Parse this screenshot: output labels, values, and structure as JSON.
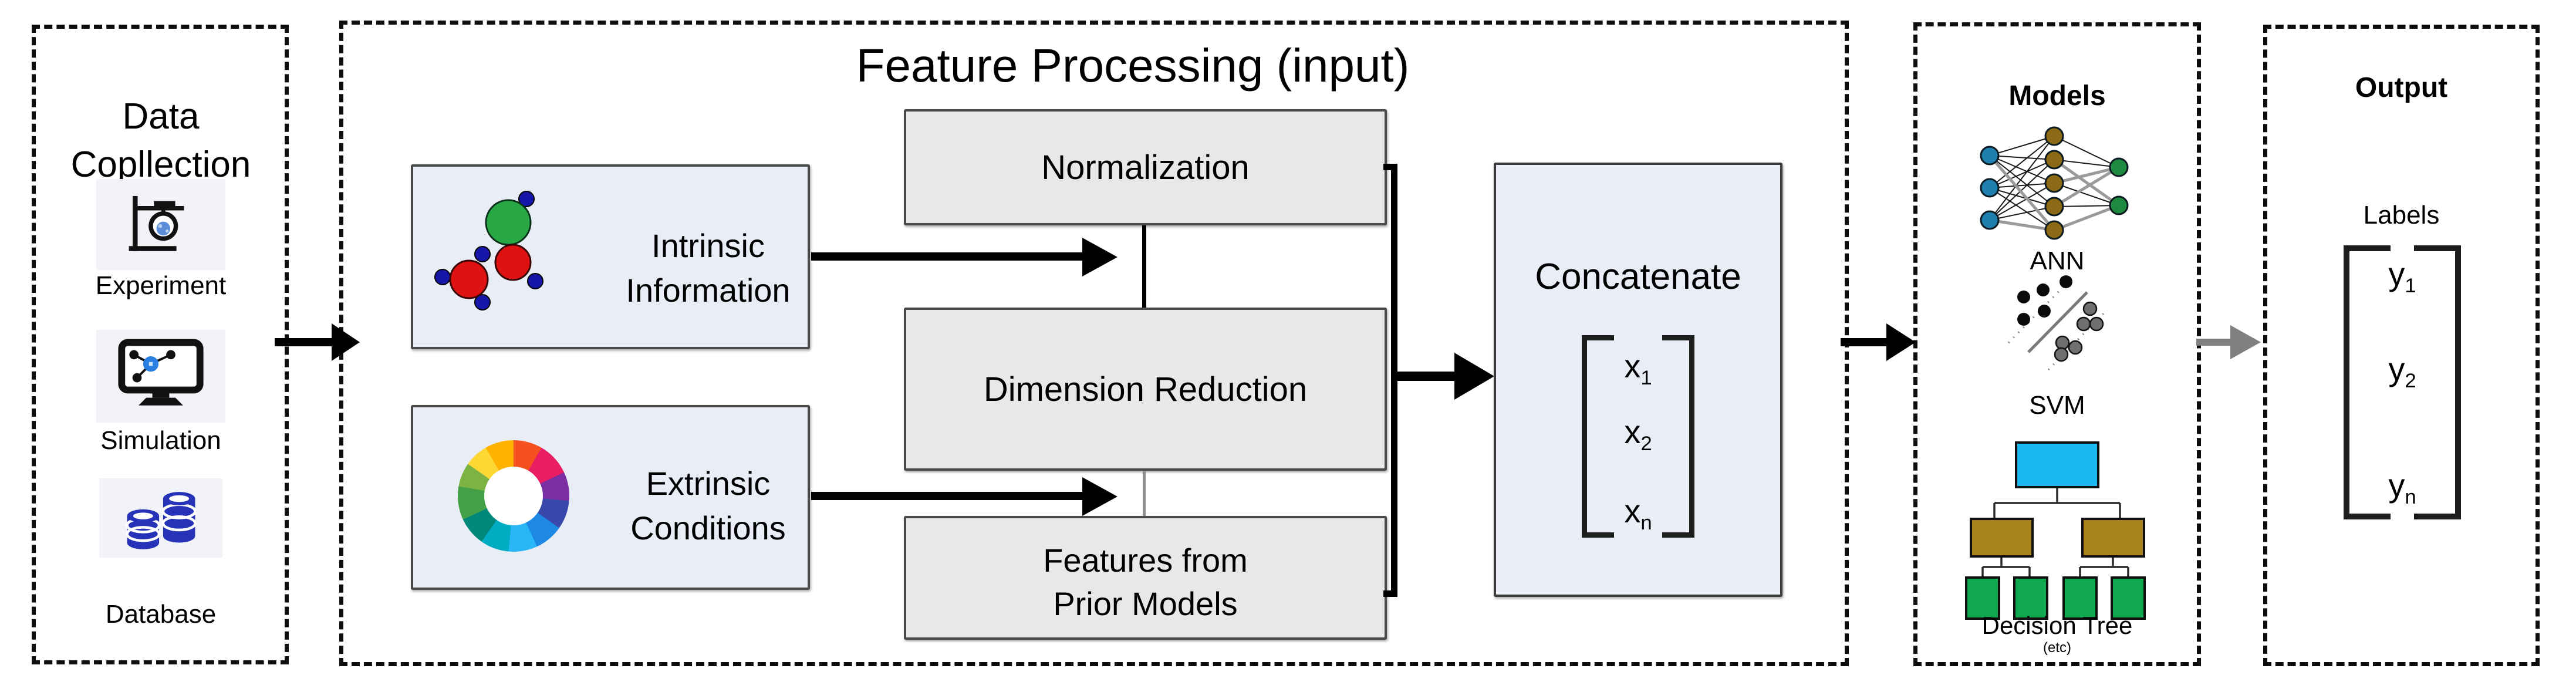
{
  "data_collection": {
    "title_line1": "Data",
    "title_line2": "Copllection",
    "items": [
      {
        "label": "Experiment",
        "icon": "flask-stand-icon"
      },
      {
        "label": "Simulation",
        "icon": "monitor-molecule-icon"
      },
      {
        "label": "Database",
        "icon": "database-icon"
      }
    ]
  },
  "feature_processing": {
    "title": "Feature Processing (input)",
    "intrinsic": {
      "line1": "Intrinsic",
      "line2": "Information",
      "icon": "molecule-icon"
    },
    "extrinsic": {
      "line1": "Extrinsic",
      "line2": "Conditions",
      "icon": "color-wheel-icon"
    },
    "normalization": "Normalization",
    "dimension_reduction": "Dimension Reduction",
    "prior_features": {
      "line1": "Features from",
      "line2": "Prior Models"
    },
    "concatenate": {
      "label": "Concatenate",
      "vector": [
        {
          "base": "x",
          "sub": "1"
        },
        {
          "base": "x",
          "sub": "2"
        },
        {
          "base": "x",
          "sub": "n"
        }
      ]
    }
  },
  "models": {
    "title": "Models",
    "items": [
      {
        "label": "ANN",
        "icon": "neural-network-icon"
      },
      {
        "label": "SVM",
        "icon": "svm-scatter-icon"
      },
      {
        "label": "Decision Tree",
        "icon": "decision-tree-icon"
      }
    ],
    "etc_note": "(etc)"
  },
  "output": {
    "title": "Output",
    "caption": "Labels",
    "vector": [
      {
        "base": "y",
        "sub": "1"
      },
      {
        "base": "y",
        "sub": "2"
      },
      {
        "base": "y",
        "sub": "n"
      }
    ]
  },
  "colors": {
    "arrow_black": "#000000",
    "arrow_gray": "#808080",
    "box_gray_fill": "#e8e8e8",
    "box_blue_fill": "#e9edf6",
    "dashed_border": "#0e0e0e",
    "tree_root": "#1cb8f2",
    "tree_mid": "#a8821c",
    "tree_leaf": "#10a84e",
    "ann_input": "#1f7fae",
    "ann_hidden": "#8a6a15",
    "ann_output": "#1d8a3f",
    "database_blue": "#2633b8"
  }
}
